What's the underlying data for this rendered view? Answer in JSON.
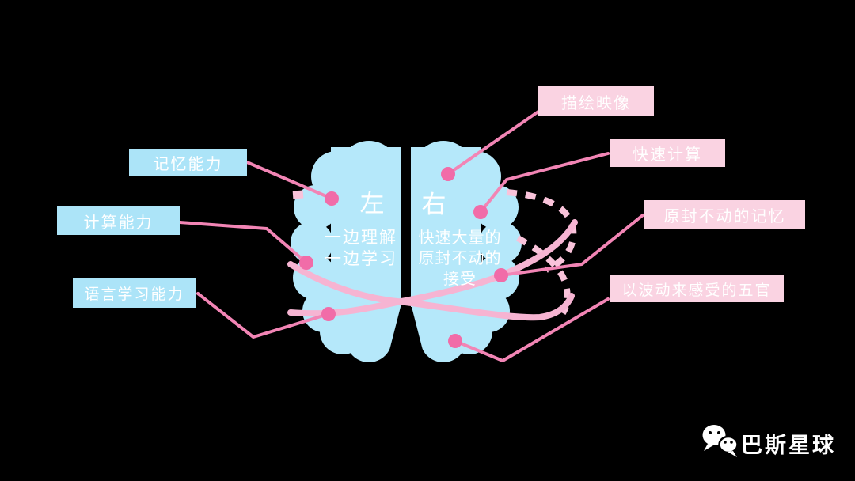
{
  "page": {
    "background": "#000000",
    "type": "brain-hemispheres-infographic"
  },
  "brain": {
    "left": {
      "title": "左",
      "desc_lines": [
        "一边理解",
        "一边学习"
      ],
      "labels": [
        "记忆能力",
        "计算能力",
        "语言学习能力"
      ]
    },
    "right": {
      "title": "右",
      "desc_lines": [
        "快速大量的",
        "原封不动的",
        "接受"
      ],
      "labels": [
        "描绘映像",
        "快速计算",
        "原封不动的记忆",
        "以波动来感受的五官"
      ]
    }
  },
  "watermark": {
    "icon": "wechat-icon",
    "name": "巴斯星球"
  },
  "colors": {
    "background": "#000000",
    "brain_blue": "#B5E8FA",
    "label_blue": "#ACE4F8",
    "label_pink": "#FAD3E2",
    "connector_line_pink": "#F285B5",
    "connector_dot_pink": "#F16CA8",
    "swoosh_pink": "#F6B4D2",
    "dashed_pink": "#F9C3DA",
    "text_white": "#FFFFFF"
  }
}
